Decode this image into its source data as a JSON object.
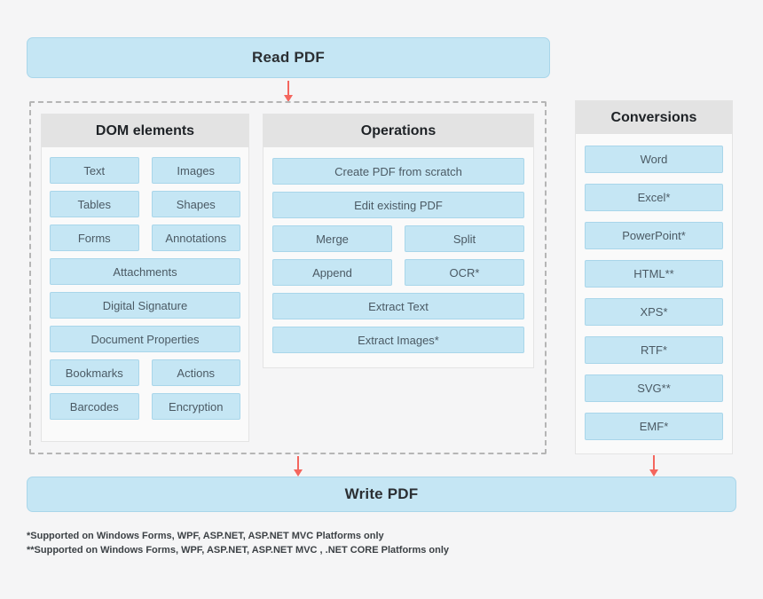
{
  "colors": {
    "bg": "#f5f5f6",
    "blue": "#c5e6f4",
    "blue_border": "#a9d6ea",
    "header_gray": "#e3e3e3",
    "arrow": "#f4665e"
  },
  "read_pdf": {
    "label": "Read PDF"
  },
  "write_pdf": {
    "label": "Write PDF"
  },
  "dom": {
    "title": "DOM elements",
    "items": [
      "Text",
      "Images",
      "Tables",
      "Shapes",
      "Forms",
      "Annotations",
      "Attachments",
      "Digital Signature",
      "Document Properties",
      "Bookmarks",
      "Actions",
      "Barcodes",
      "Encryption"
    ]
  },
  "operations": {
    "title": "Operations",
    "items": [
      "Create PDF from scratch",
      "Edit existing PDF",
      "Merge",
      "Split",
      "Append",
      "OCR*",
      "Extract Text",
      "Extract Images*"
    ]
  },
  "conversions": {
    "title": "Conversions",
    "items": [
      "Word",
      "Excel*",
      "PowerPoint*",
      "HTML**",
      "XPS*",
      "RTF*",
      "SVG**",
      "EMF*"
    ]
  },
  "footnotes": [
    "*Supported on Windows Forms, WPF, ASP.NET, ASP.NET MVC Platforms only",
    "**Supported on Windows Forms, WPF, ASP.NET, ASP.NET MVC , .NET CORE Platforms only"
  ]
}
